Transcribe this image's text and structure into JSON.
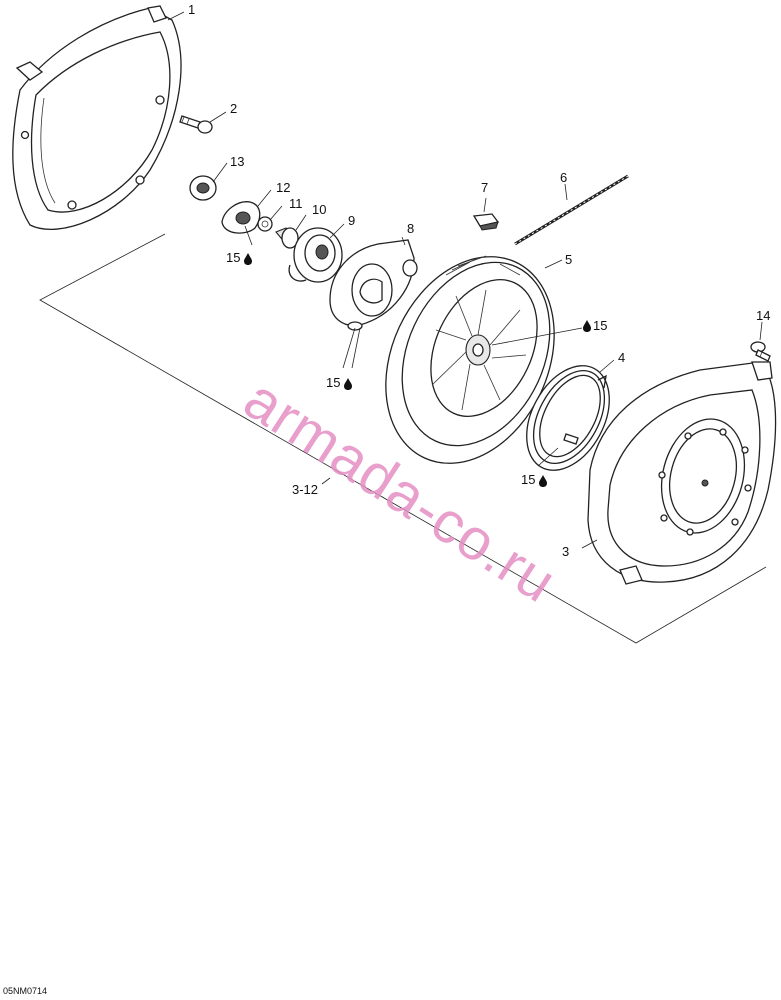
{
  "callouts": {
    "c1": "1",
    "c2": "2",
    "c3": "3",
    "c4": "4",
    "c5": "5",
    "c6": "6",
    "c7": "7",
    "c8": "8",
    "c9": "9",
    "c10": "10",
    "c11": "11",
    "c12": "12",
    "c13": "13",
    "c14": "14",
    "c15a": "15",
    "c15b": "15",
    "c15c": "15",
    "c15d": "15",
    "group": "3-12"
  },
  "watermark": "armada-co.ru",
  "drawing_code": "05NM0714",
  "colors": {
    "line": "#222222",
    "watermark": "#e58fc4",
    "background": "#ffffff"
  },
  "icons": {
    "lubricant": "oil-drop-icon"
  }
}
